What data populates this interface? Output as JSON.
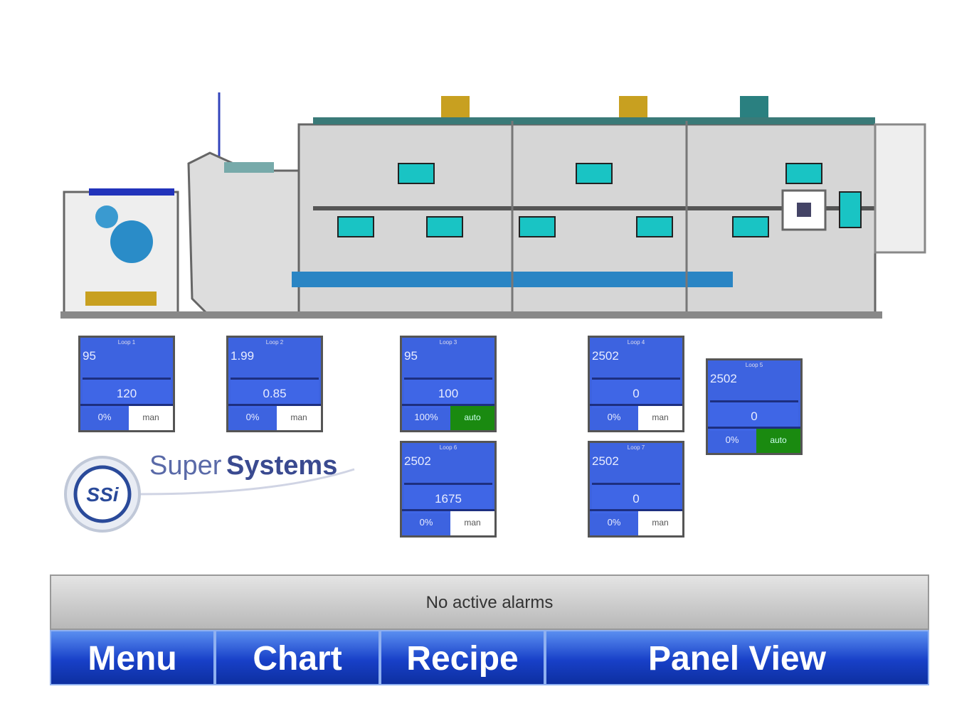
{
  "loops": [
    {
      "label": "Loop 1",
      "pv": "95",
      "sp": "120",
      "output": "0%",
      "mode": "man"
    },
    {
      "label": "Loop 2",
      "pv": "1.99",
      "sp": "0.85",
      "output": "0%",
      "mode": "man"
    },
    {
      "label": "Loop 3",
      "pv": "95",
      "sp": "100",
      "output": "100%",
      "mode": "auto"
    },
    {
      "label": "Loop 4",
      "pv": "2502",
      "sp": "0",
      "output": "0%",
      "mode": "man"
    },
    {
      "label": "Loop 5",
      "pv": "2502",
      "sp": "0",
      "output": "0%",
      "mode": "auto"
    },
    {
      "label": "Loop 6",
      "pv": "2502",
      "sp": "1675",
      "output": "0%",
      "mode": "man"
    },
    {
      "label": "Loop 7",
      "pv": "2502",
      "sp": "0",
      "output": "0%",
      "mode": "man"
    }
  ],
  "logo": {
    "mark": "SSi",
    "name_a": "Super",
    "name_b": "Systems"
  },
  "alarm": {
    "text": "No active alarms"
  },
  "nav": {
    "menu": "Menu",
    "chart": "Chart",
    "recipe": "Recipe",
    "panel": "Panel View"
  }
}
